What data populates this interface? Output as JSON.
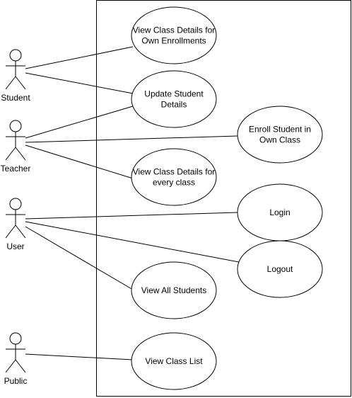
{
  "diagram": {
    "type": "use-case",
    "colors": {
      "stroke": "#000000",
      "fill": "#ffffff",
      "text": "#000000"
    },
    "actors": [
      {
        "id": "student",
        "label": "Student"
      },
      {
        "id": "teacher",
        "label": "Teacher"
      },
      {
        "id": "user",
        "label": "User"
      },
      {
        "id": "public",
        "label": "Public"
      }
    ],
    "use_cases": [
      {
        "id": "view-own",
        "lines": [
          "View Class Details for",
          "Own Enrollments"
        ]
      },
      {
        "id": "update-student",
        "lines": [
          "Update Student",
          "Details"
        ]
      },
      {
        "id": "enroll-student",
        "lines": [
          "Enroll Student in",
          "Own Class"
        ]
      },
      {
        "id": "view-every",
        "lines": [
          "View Class Details for",
          "every class"
        ]
      },
      {
        "id": "login",
        "lines": [
          "Login"
        ]
      },
      {
        "id": "logout",
        "lines": [
          "Logout"
        ]
      },
      {
        "id": "view-all-students",
        "lines": [
          "View All Students"
        ]
      },
      {
        "id": "view-class-list",
        "lines": [
          "View Class List"
        ]
      }
    ],
    "associations": [
      {
        "from": "student",
        "to": "view-own"
      },
      {
        "from": "student",
        "to": "update-student"
      },
      {
        "from": "teacher",
        "to": "update-student"
      },
      {
        "from": "teacher",
        "to": "enroll-student"
      },
      {
        "from": "teacher",
        "to": "view-every"
      },
      {
        "from": "user",
        "to": "login"
      },
      {
        "from": "user",
        "to": "logout"
      },
      {
        "from": "user",
        "to": "view-all-students"
      },
      {
        "from": "public",
        "to": "view-class-list"
      }
    ]
  }
}
